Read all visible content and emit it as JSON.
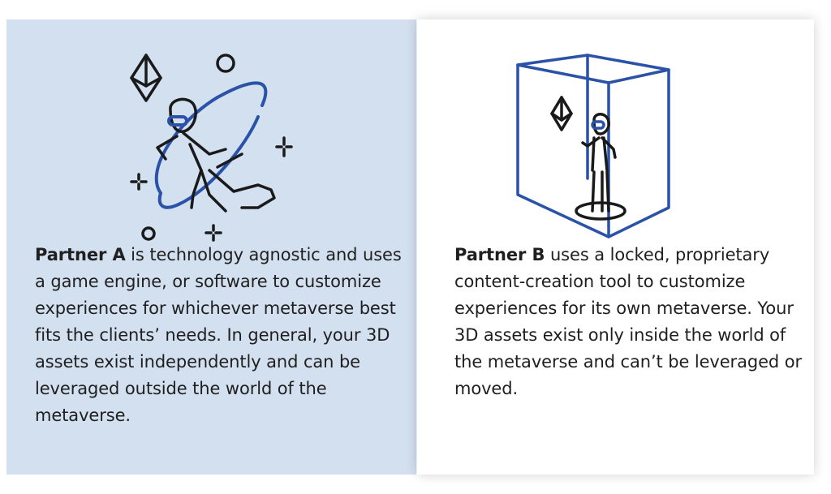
{
  "colors": {
    "panel_a_bg": "#d3e0f0",
    "panel_b_bg": "#ffffff",
    "accent_blue": "#2a52a8",
    "ink": "#1a1a1a"
  },
  "panel_a": {
    "illustration_icon": "vr-user-floating-through-portal-icon",
    "partner_name": "Partner A",
    "description": " is technology agnostic and uses a game engine, or software to customize experiences for whichever metaverse best fits the clients’ needs. In general, your 3D assets exist independently and can be leveraged outside the world of the metaverse."
  },
  "panel_b": {
    "illustration_icon": "vr-user-inside-locked-cube-icon",
    "partner_name": "Partner B",
    "description": " uses a locked, proprietary content-creation tool to customize experiences for its own metaverse. Your 3D assets exist only inside the world of the metaverse and can’t be leveraged or moved."
  }
}
